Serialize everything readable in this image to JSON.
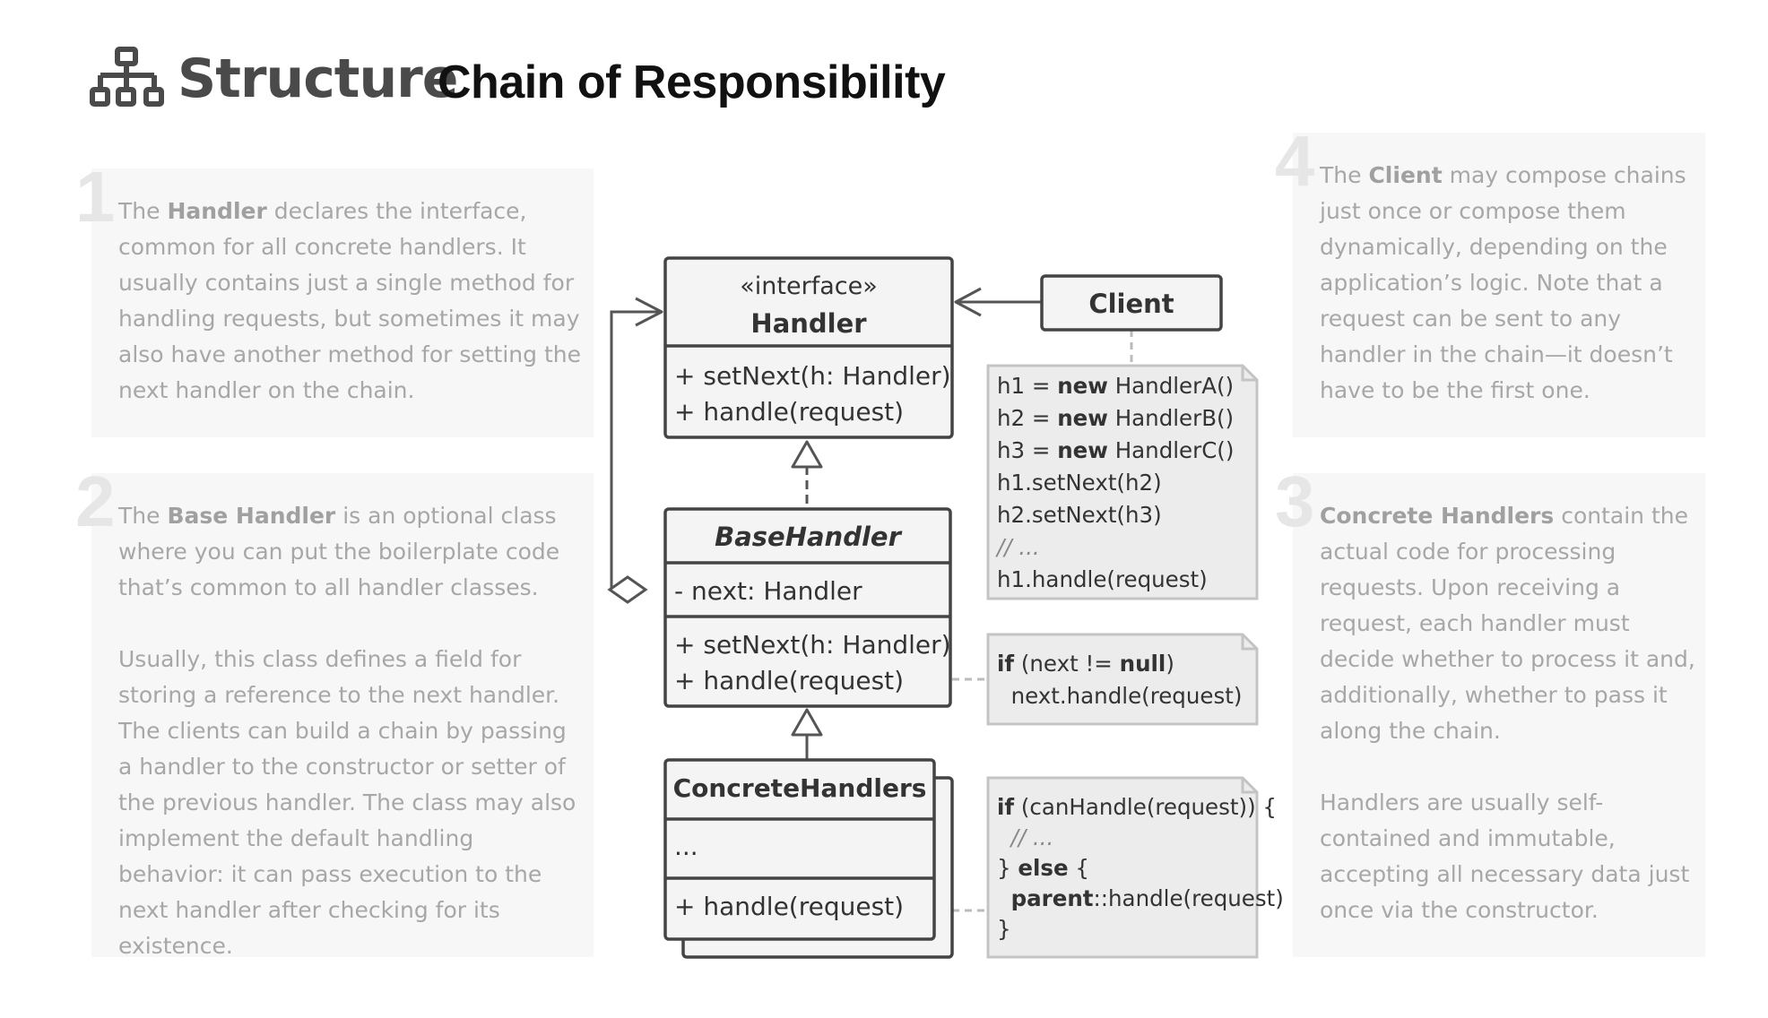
{
  "header": {
    "section": "Structure",
    "title": "Chain of Responsibility",
    "icon": "structure-hierarchy-icon"
  },
  "notes": [
    {
      "number": "1",
      "p1_pre": "The ",
      "p1_bold": "Handler",
      "p1_post": " declares the interface, common for all concrete handlers. It usually contains just a single method for handling requests, but sometimes it may also have another method for setting the next handler on the chain."
    },
    {
      "number": "2",
      "p1_pre": "The ",
      "p1_bold": "Base Handler",
      "p1_post": " is an optional class where you can put the boilerplate code that’s common to all handler classes.",
      "p2": "Usually, this class defines a field for storing a reference to the next handler. The clients can build a chain by passing a handler to the constructor or setter of the previous handler. The class may also implement the default handling behavior: it can pass execution to the next handler after checking for its existence."
    },
    {
      "number": "3",
      "p1_pre": "",
      "p1_bold": "Concrete Handlers",
      "p1_post": " contain the actual code for processing requests. Upon receiving a request, each handler must decide whether to process it and, additionally, whether to pass it along the chain.",
      "p2": "Handlers are usually self-contained and immutable, accepting all necessary data just once via the constructor."
    },
    {
      "number": "4",
      "p1_pre": "The ",
      "p1_bold": "Client",
      "p1_post": " may compose chains just once or compose them dynamically, depending on the application’s logic. Note that a request can be sent to any handler in the chain—it doesn’t have to be the first one."
    }
  ],
  "uml": {
    "handler": {
      "stereotype": "«interface»",
      "name": "Handler",
      "methods": [
        "+ setNext(h: Handler)",
        "+ handle(request)"
      ]
    },
    "base_handler": {
      "name": "BaseHandler",
      "field": "- next: Handler",
      "methods": [
        "+ setNext(h: Handler)",
        "+ handle(request)"
      ]
    },
    "concrete_handlers": {
      "name": "ConcreteHandlers",
      "body": "...",
      "method": "+ handle(request)"
    },
    "client": {
      "name": "Client"
    },
    "client_code": [
      [
        {
          "t": "h1 = "
        },
        {
          "t": "new",
          "b": true
        },
        {
          "t": " HandlerA()"
        }
      ],
      [
        {
          "t": "h2 = "
        },
        {
          "t": "new",
          "b": true
        },
        {
          "t": " HandlerB()"
        }
      ],
      [
        {
          "t": "h3 = "
        },
        {
          "t": "new",
          "b": true
        },
        {
          "t": " HandlerC()"
        }
      ],
      [
        {
          "t": "h1.setNext(h2)"
        }
      ],
      [
        {
          "t": "h2.setNext(h3)"
        }
      ],
      [
        {
          "t": "// ...",
          "c": true
        }
      ],
      [
        {
          "t": "h1.handle(request)"
        }
      ]
    ],
    "base_code": [
      [
        {
          "t": "if",
          "b": true
        },
        {
          "t": " (next != "
        },
        {
          "t": "null",
          "b": true
        },
        {
          "t": ")"
        }
      ],
      [
        {
          "t": "  next.handle(request)"
        }
      ]
    ],
    "concrete_code": [
      [
        {
          "t": "if",
          "b": true
        },
        {
          "t": " (canHandle(request)) {"
        }
      ],
      [
        {
          "t": "  // ...",
          "c": true
        }
      ],
      [
        {
          "t": "} "
        },
        {
          "t": "else",
          "b": true
        },
        {
          "t": " {"
        }
      ],
      [
        {
          "t": "  "
        },
        {
          "t": "parent",
          "b": true
        },
        {
          "t": "::handle(request)"
        }
      ],
      [
        {
          "t": "}"
        }
      ]
    ]
  }
}
